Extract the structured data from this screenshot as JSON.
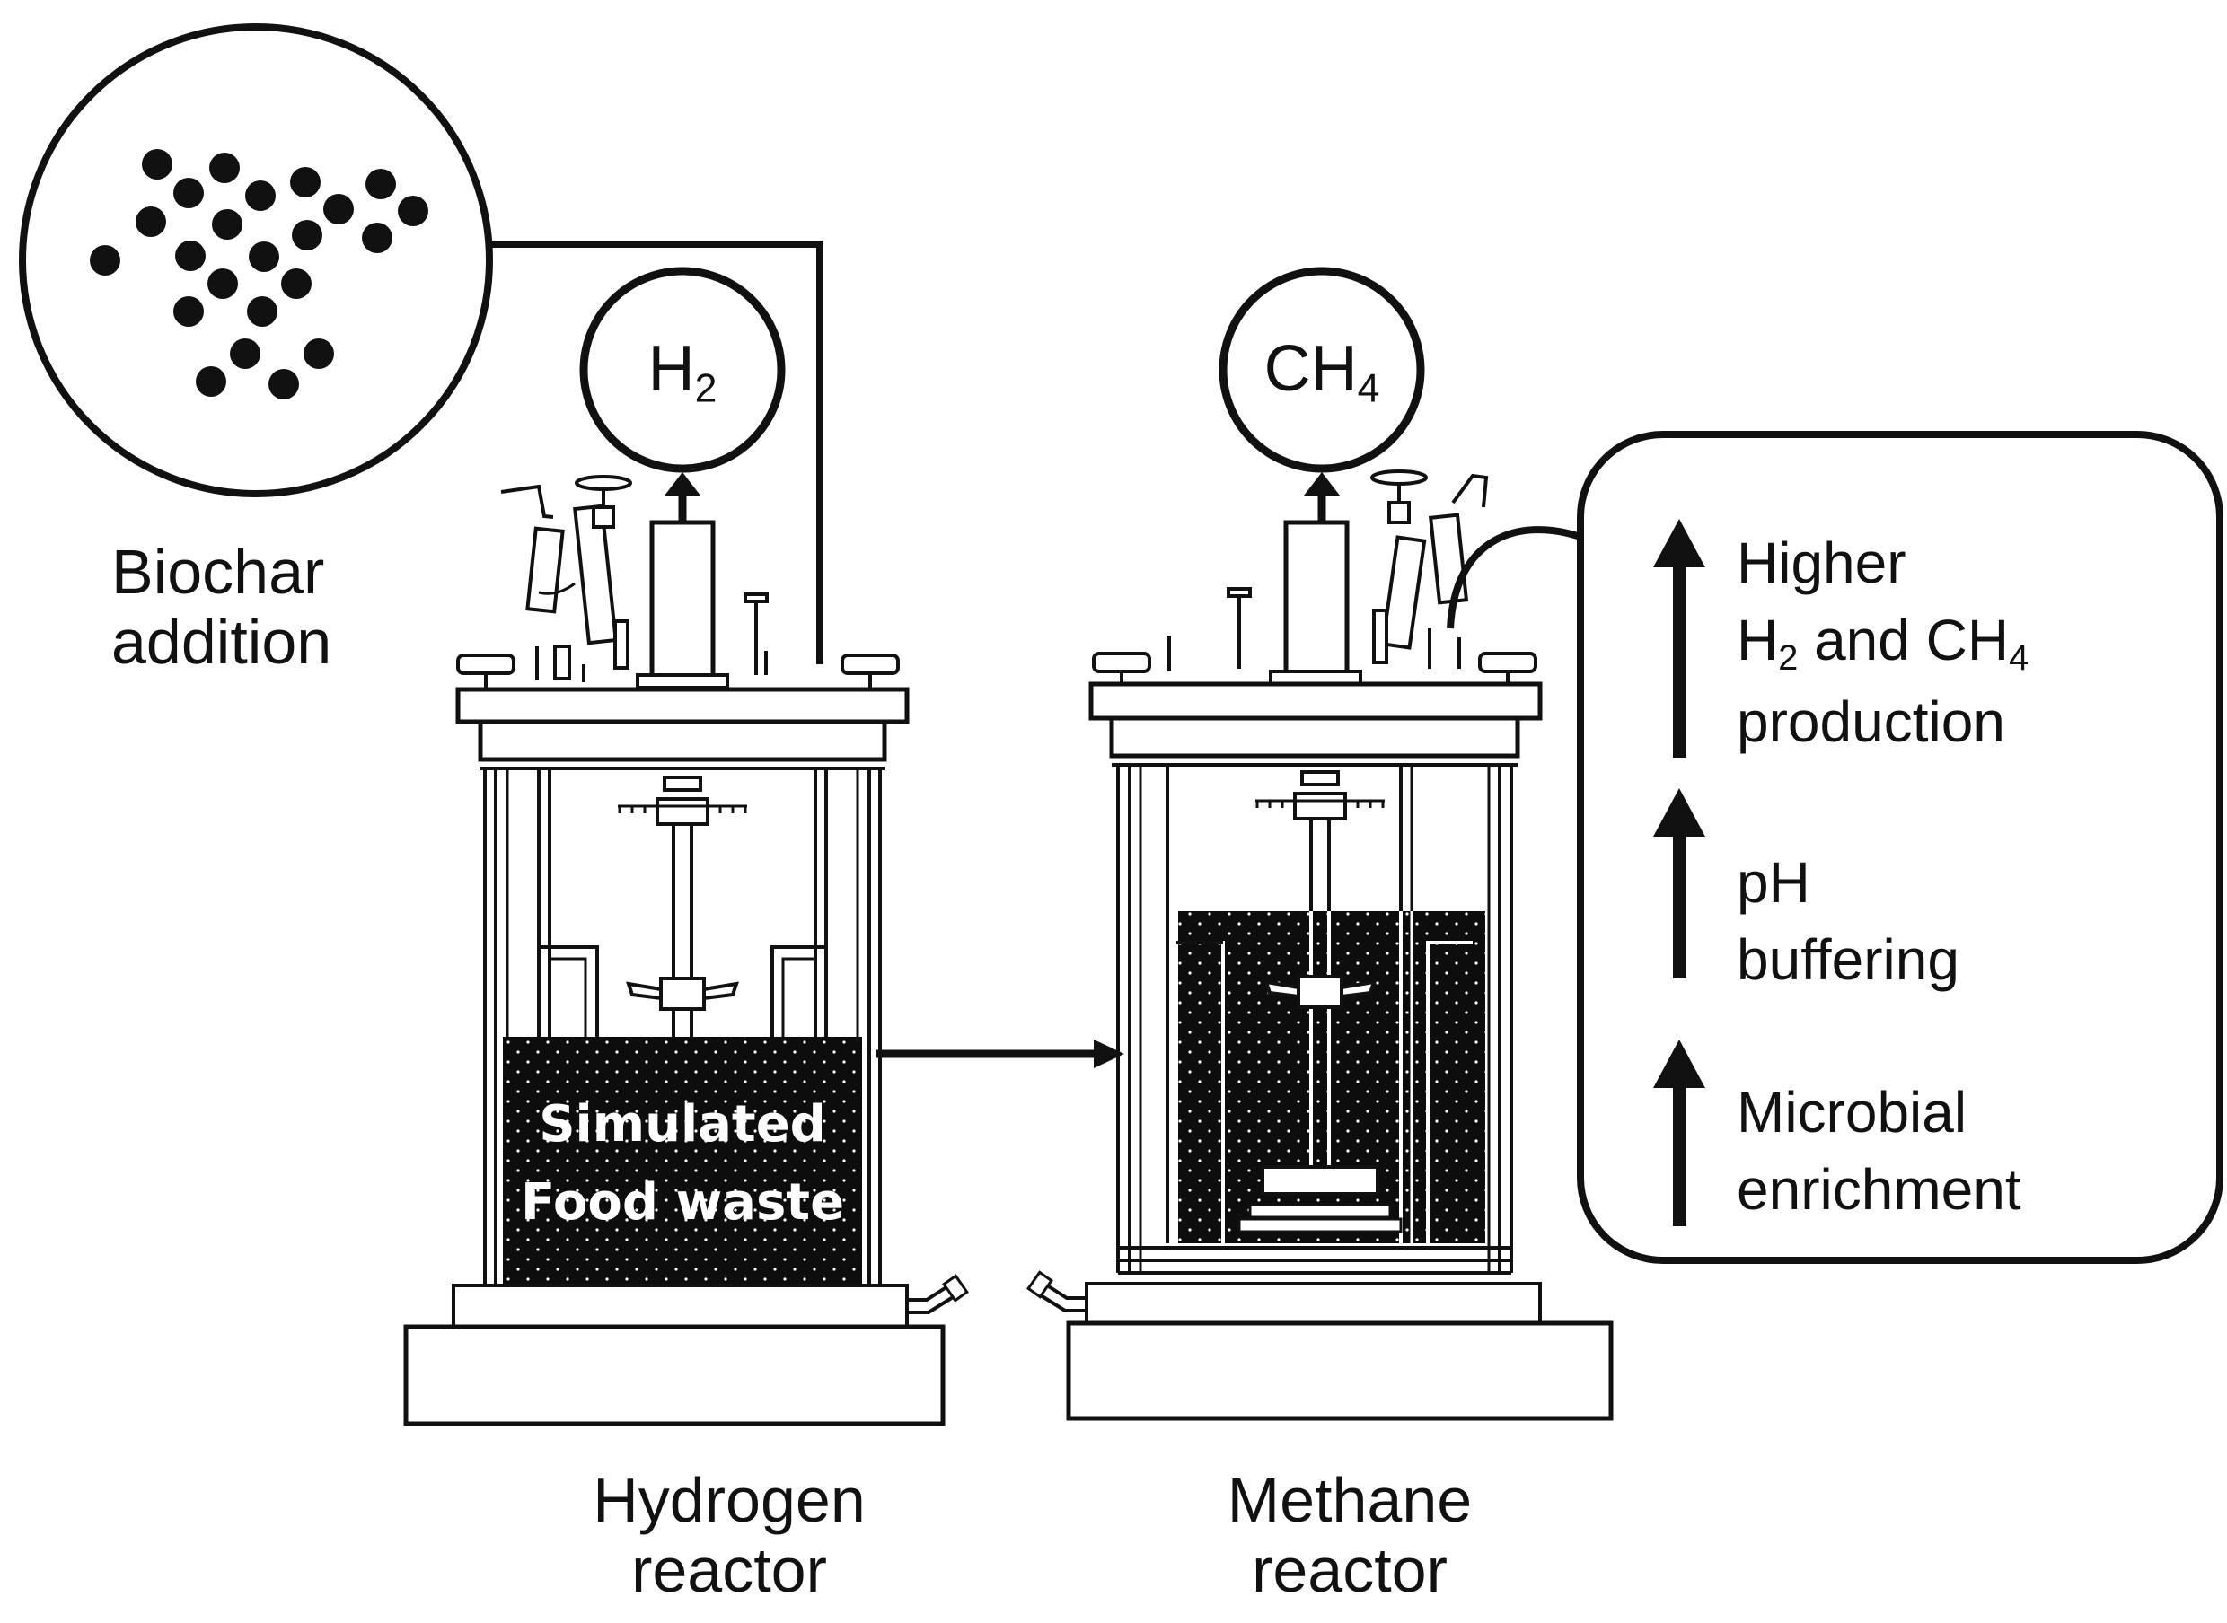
{
  "biochar": {
    "label_line1": "Biochar",
    "label_line2": "addition"
  },
  "hydrogen_reactor": {
    "gas_main": "H",
    "gas_sub": "2",
    "contents_line1": "Simulated",
    "contents_line2": "Food waste",
    "label_line1": "Hydrogen",
    "label_line2": "reactor"
  },
  "methane_reactor": {
    "gas_main": "CH",
    "gas_sub": "4",
    "label_line1": "Methane",
    "label_line2": "reactor"
  },
  "benefits": {
    "higher_production": {
      "line1": "Higher",
      "line2_a": "H",
      "line2_a_sub": "2",
      "line2_b": " and CH",
      "line2_b_sub": "4",
      "line3": "production"
    },
    "ph_buffering": {
      "line1": "pH",
      "line2": "buffering"
    },
    "microbial_enrichment": {
      "line1": "Microbial",
      "line2": "enrichment"
    }
  },
  "colors": {
    "ink": "#111111",
    "liquid": "#0d0d0d",
    "background": "#ffffff"
  }
}
